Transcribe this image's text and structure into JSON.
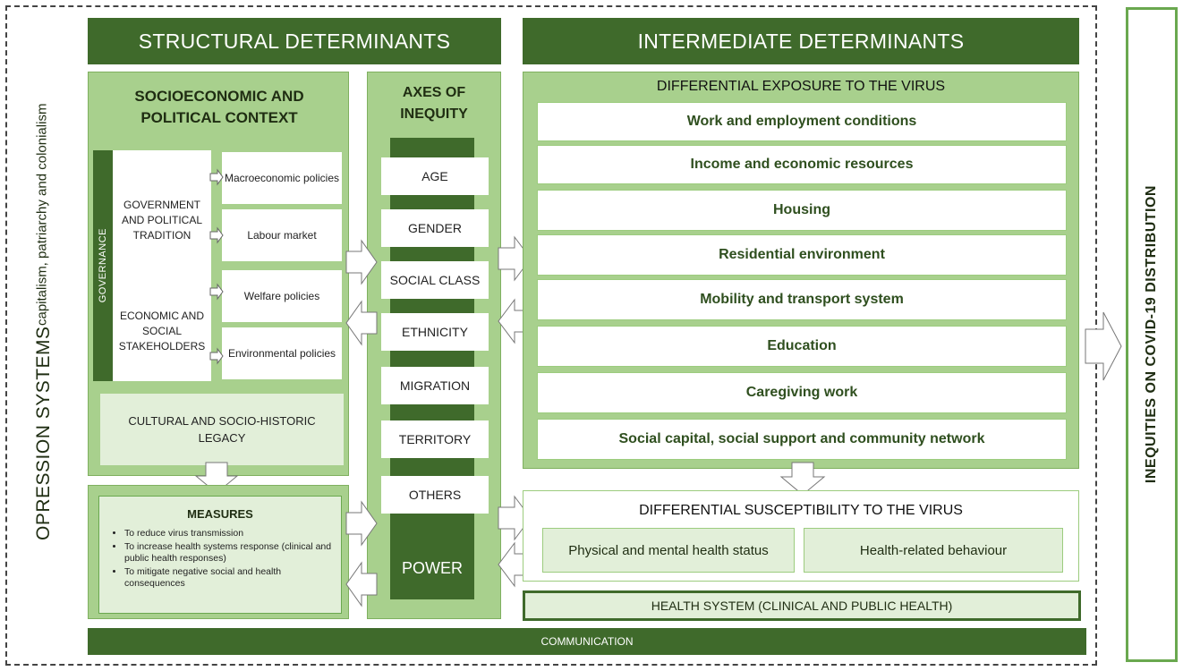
{
  "headers": {
    "structural": "STRUCTURAL DETERMINANTS",
    "intermediate": "INTERMEDIATE DETERMINANTS"
  },
  "oppression": {
    "title": "OPRESSION SYSTEMS",
    "subtitle": "capitalism, patriarchy and colonialism"
  },
  "socioeconomic": {
    "title": "SOCIOECONOMIC AND POLITICAL CONTEXT",
    "governance_label": "GOVERNANCE",
    "government": "GOVERNMENT AND POLITICAL TRADITION",
    "stakeholders": "ECONOMIC AND SOCIAL STAKEHOLDERS",
    "policies": [
      "Macroeconomic policies",
      "Labour market",
      "Welfare policies",
      "Environmental policies"
    ],
    "cultural": "CULTURAL AND SOCIO-HISTORIC LEGACY"
  },
  "axes": {
    "title": "AXES OF INEQUITY",
    "items": [
      "AGE",
      "GENDER",
      "SOCIAL CLASS",
      "ETHNICITY",
      "MIGRATION",
      "TERRITORY",
      "OTHERS"
    ],
    "power": "POWER"
  },
  "measures": {
    "title": "MEASURES",
    "items": [
      "To reduce virus transmission",
      "To increase health systems response (clinical and public health responses)",
      "To mitigate negative social and health consequences"
    ]
  },
  "exposure": {
    "title": "DIFFERENTIAL EXPOSURE TO THE VIRUS",
    "items": [
      "Work and employment conditions",
      "Income and economic resources",
      "Housing",
      "Residential environment",
      "Mobility and transport system",
      "Education",
      "Caregiving work",
      "Social capital, social support and community network"
    ]
  },
  "susceptibility": {
    "title": "DIFFERENTIAL SUSCEPTIBILITY TO THE VIRUS",
    "items": [
      "Physical and mental health status",
      "Health-related behaviour"
    ]
  },
  "health_system": "HEALTH SYSTEM (CLINICAL AND PUBLIC HEALTH)",
  "communication": "COMMUNICATION",
  "outcome": "INEQUITIES ON COVID-19 DISTRIBUTION",
  "colors": {
    "dark_green": "#3f6a2b",
    "mid_green": "#a8d08d",
    "light_green": "#e2efd9",
    "border_green": "#6aa84f"
  }
}
